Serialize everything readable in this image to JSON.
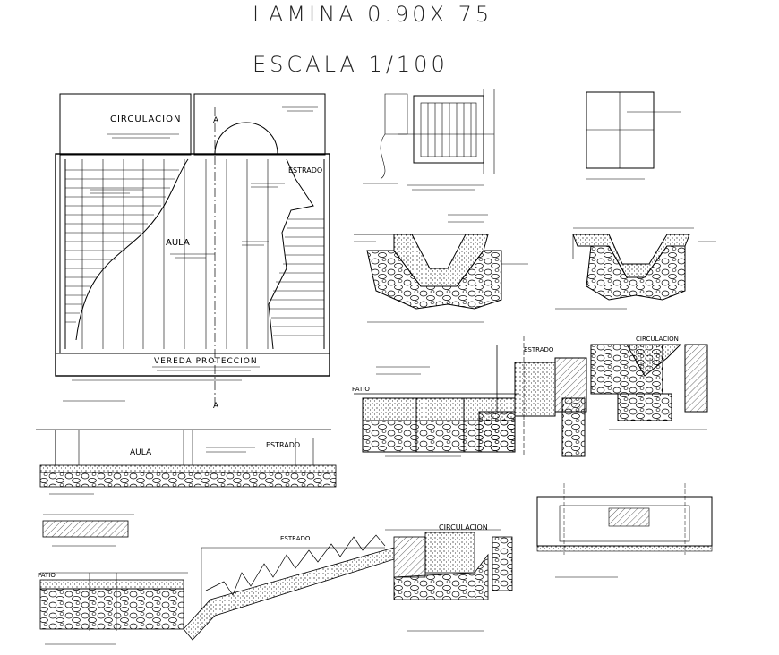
{
  "sheet": {
    "title": "LAMINA 0.90X 75",
    "scale": "ESCALA 1/100"
  },
  "labels": {
    "circulacion": "CIRCULACION",
    "aula": "AULA",
    "estrado": "ESTRADO",
    "vereda_proteccion": "VEREDA  PROTECCION",
    "cut_a": "A",
    "patio": "PATIO"
  },
  "colors": {
    "ink": "#000000",
    "paper": "#ffffff",
    "hatch": "#333333"
  }
}
